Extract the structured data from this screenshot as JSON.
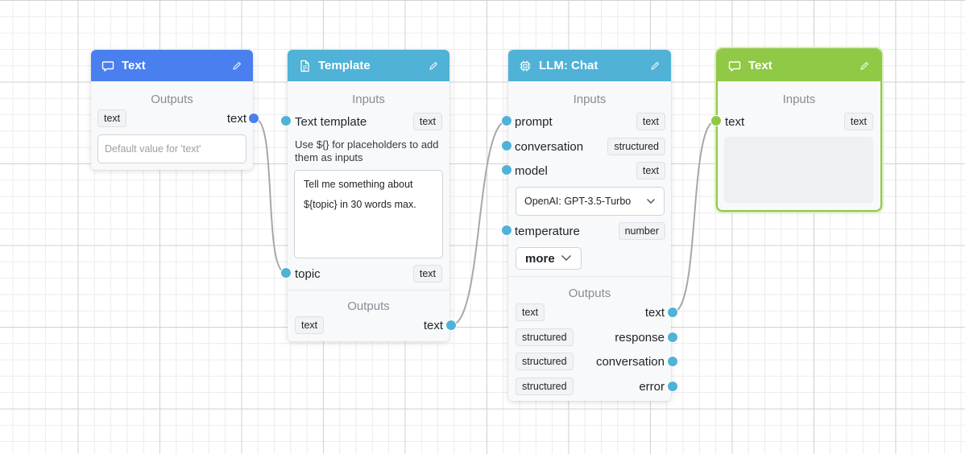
{
  "colors": {
    "blue": "#4a7ff0",
    "teal": "#4fb2d6",
    "green": "#8fc945",
    "edge": "#a8a8a8"
  },
  "icons": {
    "text_node": "message-square-icon",
    "template_node": "file-text-icon",
    "llm_node": "cpu-chip-icon",
    "edit": "pencil-icon",
    "dropdown": "chevron-down-icon"
  },
  "nodes": {
    "text_input": {
      "title": "Text",
      "outputs_title": "Outputs",
      "output_type": "text",
      "output_name": "text",
      "placeholder": "Default value for 'text'"
    },
    "template": {
      "title": "Template",
      "inputs_title": "Inputs",
      "template_input_name": "Text template",
      "template_input_type": "text",
      "hint": "Use ${} for placeholders to add them as inputs",
      "template_value": "Tell me something about ${topic} in 30 words max.",
      "topic_input_name": "topic",
      "topic_input_type": "text",
      "outputs_title": "Outputs",
      "output_type": "text",
      "output_name": "text"
    },
    "llm": {
      "title": "LLM: Chat",
      "inputs_title": "Inputs",
      "inputs": [
        {
          "name": "prompt",
          "type": "text"
        },
        {
          "name": "conversation",
          "type": "structured"
        },
        {
          "name": "model",
          "type": "text"
        },
        {
          "name": "temperature",
          "type": "number"
        }
      ],
      "model_value": "OpenAI: GPT-3.5-Turbo",
      "more_label": "more",
      "outputs_title": "Outputs",
      "outputs": [
        {
          "name": "text",
          "type": "text"
        },
        {
          "name": "response",
          "type": "structured"
        },
        {
          "name": "conversation",
          "type": "structured"
        },
        {
          "name": "error",
          "type": "structured"
        }
      ]
    },
    "text_output": {
      "title": "Text",
      "inputs_title": "Inputs",
      "input_name": "text",
      "input_type": "text"
    }
  }
}
